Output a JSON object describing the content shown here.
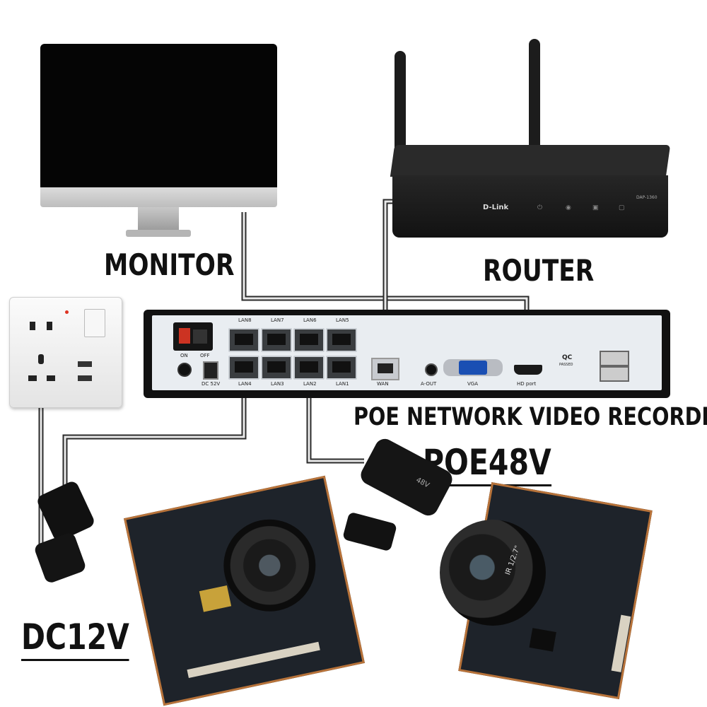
{
  "labels": {
    "monitor": "MONITOR",
    "router": "ROUTER",
    "nvr": "POE NETWORK VIDEO RECORDER",
    "poe": "POE48V",
    "dc": "DC12V"
  },
  "router": {
    "brand": "D-Link",
    "model": "DAP-1360"
  },
  "nvr": {
    "switch_on": "ON",
    "switch_off": "OFF",
    "power_label": "DC 52V",
    "lan_top": [
      "LAN8",
      "LAN7",
      "LAN6",
      "LAN5"
    ],
    "lan_bottom": [
      "LAN4",
      "LAN3",
      "LAN2",
      "LAN1"
    ],
    "wan": "WAN",
    "aout": "A-OUT",
    "vga": "VGA",
    "hdmi": "HD port",
    "qc": "QC",
    "qc_sub": "PASSED"
  },
  "camera_right": {
    "cable_text": "48V",
    "lens_text": "IR 1/2.7\""
  },
  "colors": {
    "cable": "#2b2b2b",
    "cable_inner": "#e9e9e9",
    "nvr_panel": "#e9edf1",
    "pcb": "#1e232a"
  }
}
